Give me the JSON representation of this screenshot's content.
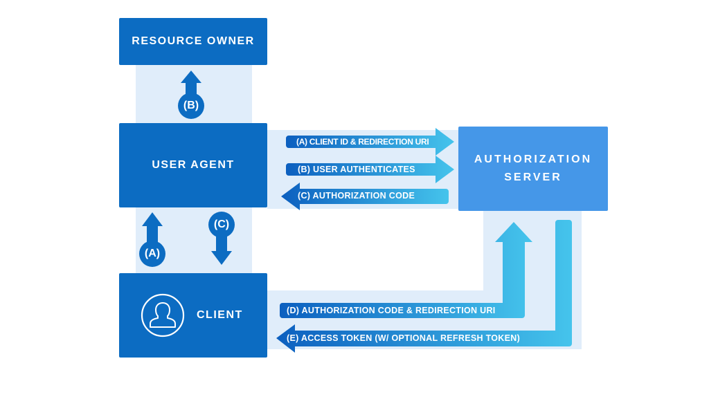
{
  "nodes": {
    "resource_owner": "RESOURCE OWNER",
    "user_agent": "USER AGENT",
    "authorization_server_line1": "AUTHORIZATION",
    "authorization_server_line2": "SERVER",
    "client": "CLIENT"
  },
  "vertical_steps": {
    "b": "(B)",
    "a": "(A)",
    "c": "(C)"
  },
  "flows": {
    "a": "(A) CLIENT ID & REDIRECTION URI",
    "b": "(B)  USER AUTHENTICATES",
    "c": "(C) AUTHORIZATION CODE",
    "d": "(D) AUTHORIZATION CODE & REDIRECTION URI",
    "e": "(E) ACCESS TOKEN (W/ OPTIONAL REFRESH TOKEN)"
  },
  "icons": {
    "client": "user-icon"
  },
  "colors": {
    "primary": "#0c6cc2",
    "server": "#4597e8",
    "band": "#e0edfa",
    "gradient_dark": "#0c5fbf",
    "gradient_light": "#45c4ec"
  }
}
